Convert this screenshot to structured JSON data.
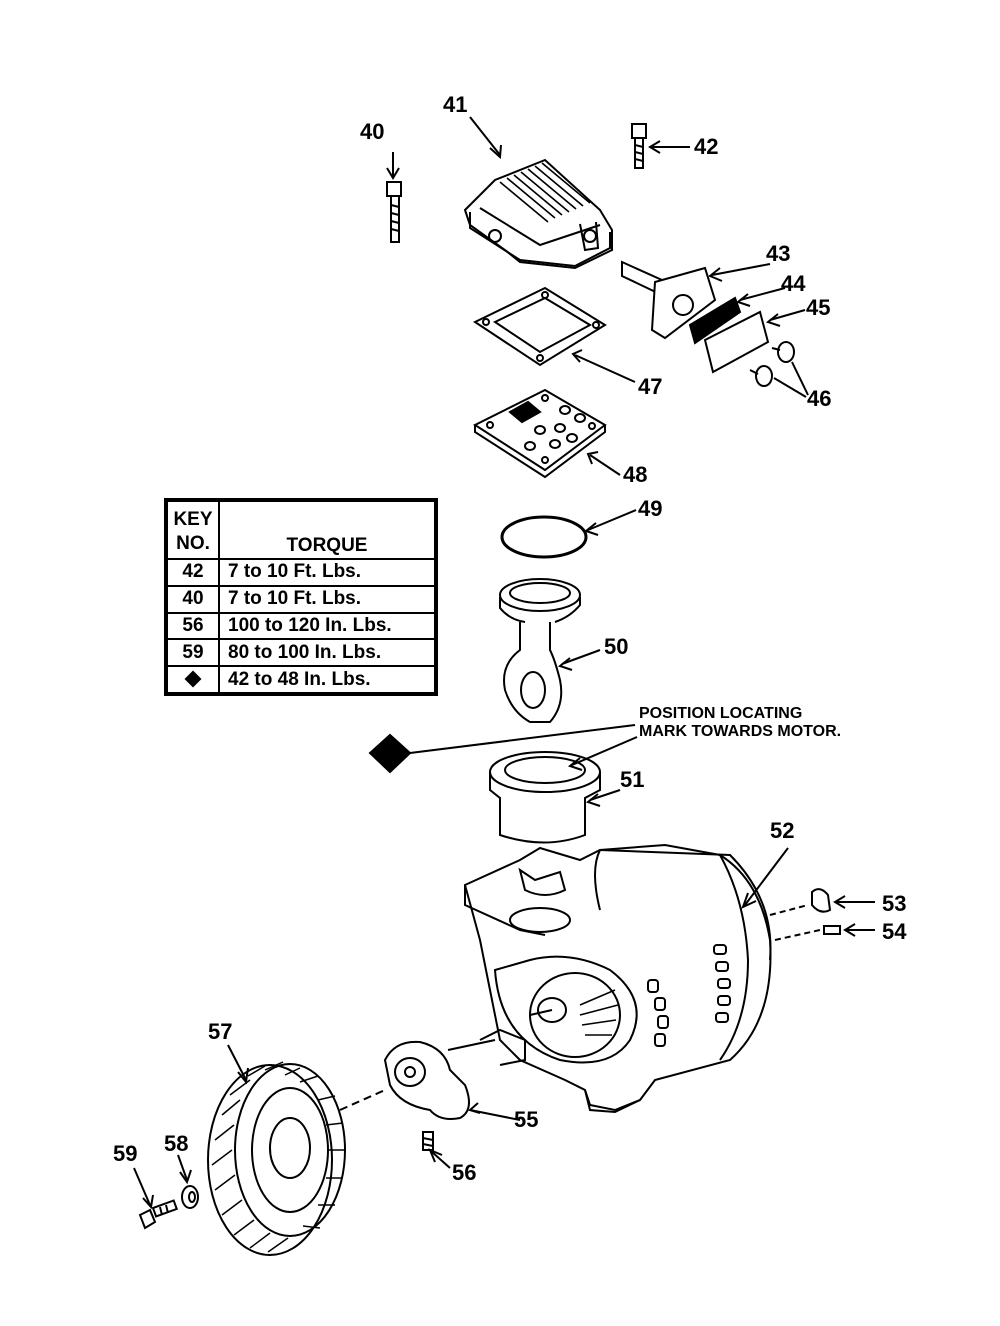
{
  "callouts": {
    "c40": "40",
    "c41": "41",
    "c42": "42",
    "c43": "43",
    "c44": "44",
    "c45": "45",
    "c46": "46",
    "c47": "47",
    "c48": "48",
    "c49": "49",
    "c50": "50",
    "c51": "51",
    "c52": "52",
    "c53": "53",
    "c54": "54",
    "c55": "55",
    "c56": "56",
    "c57": "57",
    "c58": "58",
    "c59": "59"
  },
  "note": {
    "line1": "POSITION LOCATING",
    "line2": "MARK TOWARDS MOTOR."
  },
  "torque_table": {
    "header_key_line1": "KEY",
    "header_key_line2": "NO.",
    "header_torque": "TORQUE",
    "rows": [
      {
        "key": "42",
        "torque": "7 to 10 Ft. Lbs."
      },
      {
        "key": "40",
        "torque": "7 to 10 Ft. Lbs."
      },
      {
        "key": "56",
        "torque": "100 to 120 In. Lbs."
      },
      {
        "key": "59",
        "torque": "80 to 100 In. Lbs."
      },
      {
        "key": "diamond-symbol",
        "torque": "42 to 48 In. Lbs."
      }
    ]
  },
  "icons": {
    "row5_key": "diamond-icon"
  }
}
